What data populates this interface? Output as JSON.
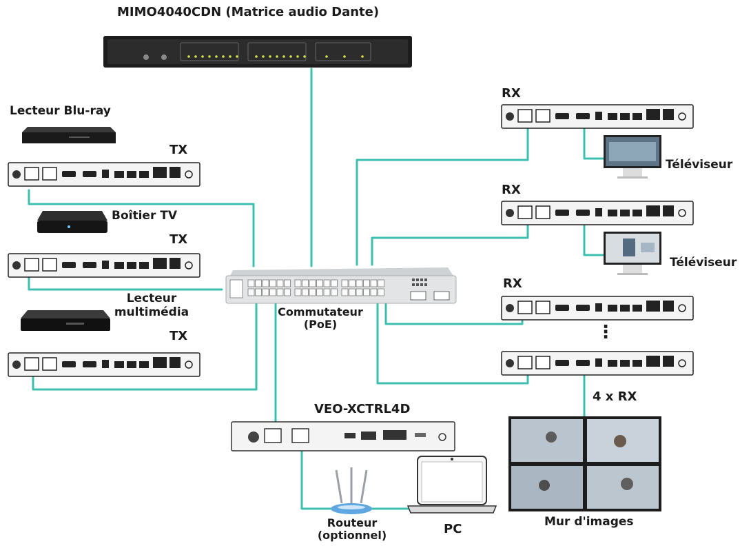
{
  "title": "MIMO4040CDN (Matrice audio Dante)",
  "labels": {
    "bluray": "Lecteur Blu-ray",
    "tvbox": "Boîtier TV",
    "media_line1": "Lecteur",
    "media_line2": "multimédia",
    "tx": "TX",
    "rx": "RX",
    "switch_line1": "Commutateur",
    "switch_line2": "(PoE)",
    "tv": "Téléviseur",
    "rx_count": "4 x RX",
    "videowall": "Mur d'images",
    "controller": "VEO-XCTRL4D",
    "router_line1": "Routeur",
    "router_line2": "(optionnel)",
    "pc": "PC",
    "ellipsis": "⋮"
  },
  "colors": {
    "cable": "#3cbfae",
    "device": "#1d1d1d",
    "device_face": "#2c2c2c",
    "led": "#d6e34a",
    "router": "#5fa7e0"
  }
}
